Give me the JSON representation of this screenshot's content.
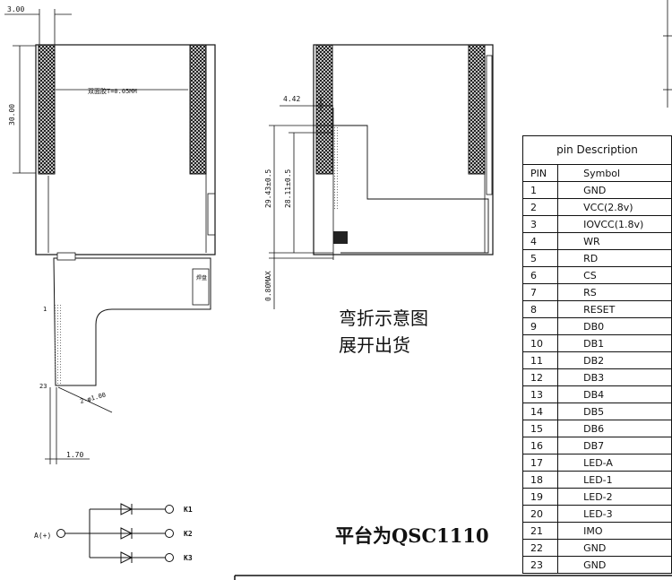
{
  "drawing": {
    "front_view": {
      "dim_top": "3.00",
      "dim_side": "30.00",
      "tape_label": "双面胶T=0.05MM",
      "fpc_label": "2-φ1.00",
      "pin_first": "1",
      "pin_last": "23",
      "dim_bottom": "1.70",
      "small_note": "焊盘"
    },
    "side_view": {
      "dim_442": "4.42",
      "dim_294": "29.43±0.5",
      "dim_281": "28.11±0.5",
      "dim_max": "0.80MAX"
    },
    "bend_note_line1": "弯折示意图",
    "bend_note_line2": "展开出货",
    "platform_note": "平台为QSC1110",
    "led_circuit": {
      "anode_label": "A(+)",
      "k1": "K1",
      "k2": "K2",
      "k3": "K3"
    }
  },
  "pin_table": {
    "title": "pin Description",
    "col_pin": "PIN",
    "col_symbol": "Symbol",
    "rows": [
      {
        "pin": "1",
        "symbol": "GND"
      },
      {
        "pin": "2",
        "symbol": "VCC(2.8v)"
      },
      {
        "pin": "3",
        "symbol": "IOVCC(1.8v)"
      },
      {
        "pin": "4",
        "symbol": "WR"
      },
      {
        "pin": "5",
        "symbol": "RD"
      },
      {
        "pin": "6",
        "symbol": "CS"
      },
      {
        "pin": "7",
        "symbol": "RS"
      },
      {
        "pin": "8",
        "symbol": "RESET"
      },
      {
        "pin": "9",
        "symbol": "DB0"
      },
      {
        "pin": "10",
        "symbol": "DB1"
      },
      {
        "pin": "11",
        "symbol": "DB2"
      },
      {
        "pin": "12",
        "symbol": "DB3"
      },
      {
        "pin": "13",
        "symbol": "DB4"
      },
      {
        "pin": "14",
        "symbol": "DB5"
      },
      {
        "pin": "15",
        "symbol": "DB6"
      },
      {
        "pin": "16",
        "symbol": "DB7"
      },
      {
        "pin": "17",
        "symbol": "LED-A"
      },
      {
        "pin": "18",
        "symbol": "LED-1"
      },
      {
        "pin": "19",
        "symbol": "LED-2"
      },
      {
        "pin": "20",
        "symbol": "LED-3"
      },
      {
        "pin": "21",
        "symbol": "IMO"
      },
      {
        "pin": "22",
        "symbol": "GND"
      },
      {
        "pin": "23",
        "symbol": "GND"
      }
    ]
  }
}
